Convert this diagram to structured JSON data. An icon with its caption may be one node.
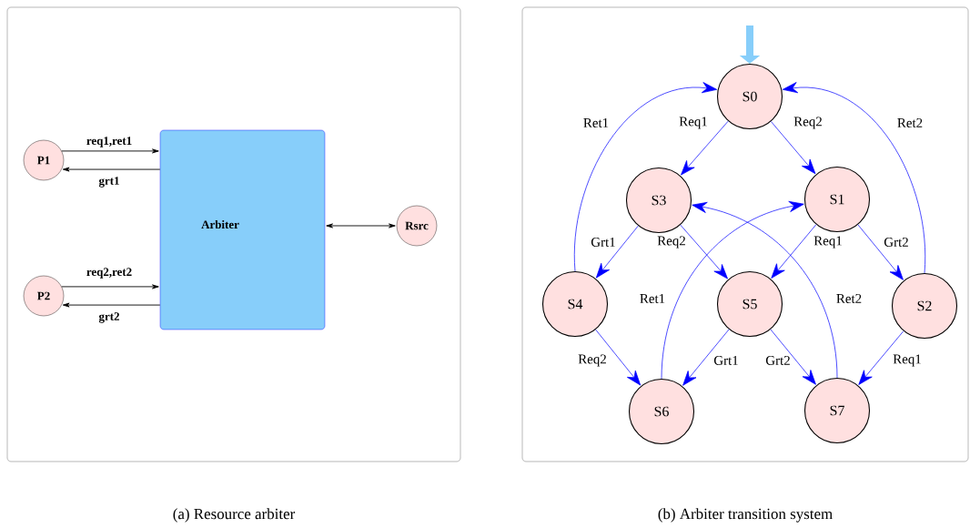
{
  "diagram": {
    "nodes": [
      {
        "text": [],
        "shape": "box",
        "beside": [
          "(a) Resource arbiter"
        ]
      },
      {
        "text": [
          "P1"
        ],
        "in": 0
      },
      {
        "text": [
          "Arbiter"
        ],
        "in": 0
      },
      {
        "text": [
          "Rsrc"
        ],
        "in": 0
      },
      {
        "text": [
          "P2"
        ],
        "in": 0
      },
      {
        "text": [],
        "shape": "box",
        "beside": [
          "(b) Arbiter transition system"
        ]
      },
      {
        "text": [
          "S0"
        ],
        "in": 5
      },
      {
        "text": [
          "S3"
        ],
        "in": 5
      },
      {
        "text": [
          "S1"
        ],
        "in": 5
      },
      {
        "text": [
          "S4"
        ],
        "in": 5
      },
      {
        "text": [
          "S5"
        ],
        "in": 5
      },
      {
        "text": [
          "S2"
        ],
        "in": 5
      },
      {
        "text": [
          "S6"
        ],
        "in": 5
      },
      {
        "text": [
          "S7"
        ],
        "in": 5
      }
    ],
    "edges": [
      {
        "from": 1,
        "to": 2,
        "arrow": "to",
        "label": "req1,ret1",
        "color": "#000000"
      },
      {
        "from": 2,
        "to": 1,
        "arrow": "to",
        "label": "grt1",
        "color": "#000000"
      },
      {
        "from": 4,
        "to": 2,
        "arrow": "to",
        "label": "req2,ret2",
        "color": "#000000"
      },
      {
        "from": 2,
        "to": 4,
        "arrow": "to",
        "label": "grt2",
        "color": "#000000"
      },
      {
        "from": 2,
        "to": 3,
        "arrow": "both",
        "color": "#000000"
      },
      {
        "from": null,
        "to": 6,
        "arrow": "to",
        "style": "thick",
        "color": "#87cefa"
      },
      {
        "from": 6,
        "to": 7,
        "arrow": "to",
        "label": "Req1"
      },
      {
        "from": 6,
        "to": 8,
        "arrow": "to",
        "label": "Req2"
      },
      {
        "from": 9,
        "to": 6,
        "arrow": "to",
        "label": "Ret1"
      },
      {
        "from": 11,
        "to": 6,
        "arrow": "to",
        "label": "Ret2"
      },
      {
        "from": 7,
        "to": 9,
        "arrow": "to",
        "label": "Grt1"
      },
      {
        "from": 7,
        "to": 10,
        "arrow": "to",
        "label": "Req2"
      },
      {
        "from": 8,
        "to": 10,
        "arrow": "to",
        "label": "Req1"
      },
      {
        "from": 8,
        "to": 11,
        "arrow": "to",
        "label": "Grt2"
      },
      {
        "from": 12,
        "to": 8,
        "arrow": "to",
        "label": "Ret1"
      },
      {
        "from": 13,
        "to": 7,
        "arrow": "to",
        "label": "Ret2"
      },
      {
        "from": 9,
        "to": 12,
        "arrow": "to",
        "label": "Req2"
      },
      {
        "from": 10,
        "to": 12,
        "arrow": "to",
        "label": "Grt1"
      },
      {
        "from": 10,
        "to": 13,
        "arrow": "to",
        "label": "Grt2"
      },
      {
        "from": 11,
        "to": 13,
        "arrow": "to",
        "label": "Req1"
      }
    ]
  }
}
